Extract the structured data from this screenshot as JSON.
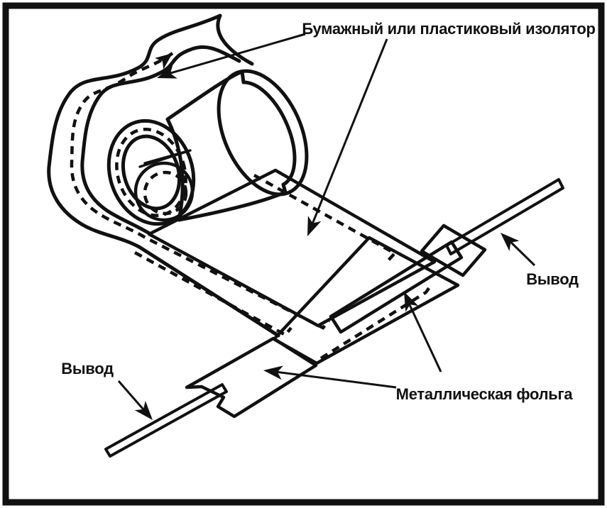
{
  "diagram": {
    "labels": {
      "insulator": "Бумажный или пластиковый изолятор",
      "lead_right": "Вывод",
      "lead_left": "Вывод",
      "foil": "Металлическая фольга"
    },
    "colors": {
      "outline": "#111111",
      "foil_fill": "#d8d8d8",
      "cylinder_fill": "#d9d9d9",
      "lead_fill": "#8c8c8c",
      "sheet_fill": "#ffffff",
      "background": "#ffffff",
      "frame": "#111111"
    }
  }
}
